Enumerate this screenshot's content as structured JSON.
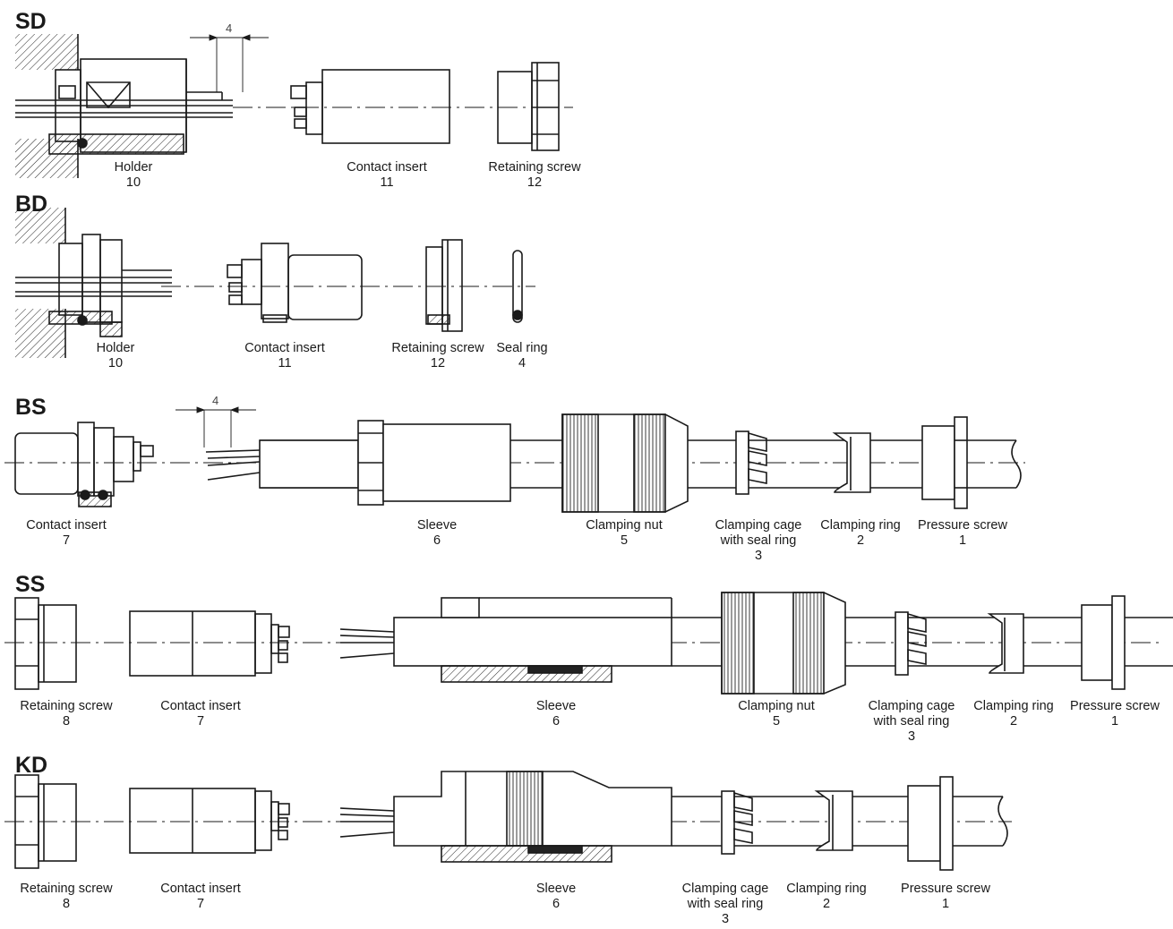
{
  "dimension_label": "4",
  "sections": [
    {
      "code": "SD",
      "parts": [
        {
          "name": "Holder",
          "number": "10"
        },
        {
          "name": "Contact insert",
          "number": "11"
        },
        {
          "name": "Retaining screw",
          "number": "12"
        }
      ]
    },
    {
      "code": "BD",
      "parts": [
        {
          "name": "Holder",
          "number": "10"
        },
        {
          "name": "Contact insert",
          "number": "11"
        },
        {
          "name": "Retaining screw",
          "number": "12"
        },
        {
          "name": "Seal ring",
          "number": "4"
        }
      ]
    },
    {
      "code": "BS",
      "parts": [
        {
          "name": "Contact insert",
          "number": "7"
        },
        {
          "name": "Sleeve",
          "number": "6"
        },
        {
          "name": "Clamping nut",
          "number": "5"
        },
        {
          "name": "Clamping cage",
          "name2": "with seal ring",
          "number": "3"
        },
        {
          "name": "Clamping ring",
          "number": "2"
        },
        {
          "name": "Pressure screw",
          "number": "1"
        }
      ]
    },
    {
      "code": "SS",
      "parts": [
        {
          "name": "Retaining screw",
          "number": "8"
        },
        {
          "name": "Contact insert",
          "number": "7"
        },
        {
          "name": "Sleeve",
          "number": "6"
        },
        {
          "name": "Clamping nut",
          "number": "5"
        },
        {
          "name": "Clamping cage",
          "name2": "with seal ring",
          "number": "3"
        },
        {
          "name": "Clamping ring",
          "number": "2"
        },
        {
          "name": "Pressure screw",
          "number": "1"
        }
      ]
    },
    {
      "code": "KD",
      "parts": [
        {
          "name": "Retaining screw",
          "number": "8"
        },
        {
          "name": "Contact insert",
          "number": "7"
        },
        {
          "name": "Sleeve",
          "number": "6"
        },
        {
          "name": "Clamping cage",
          "name2": "with seal ring",
          "number": "3"
        },
        {
          "name": "Clamping ring",
          "number": "2"
        },
        {
          "name": "Pressure screw",
          "number": "1"
        }
      ]
    }
  ]
}
